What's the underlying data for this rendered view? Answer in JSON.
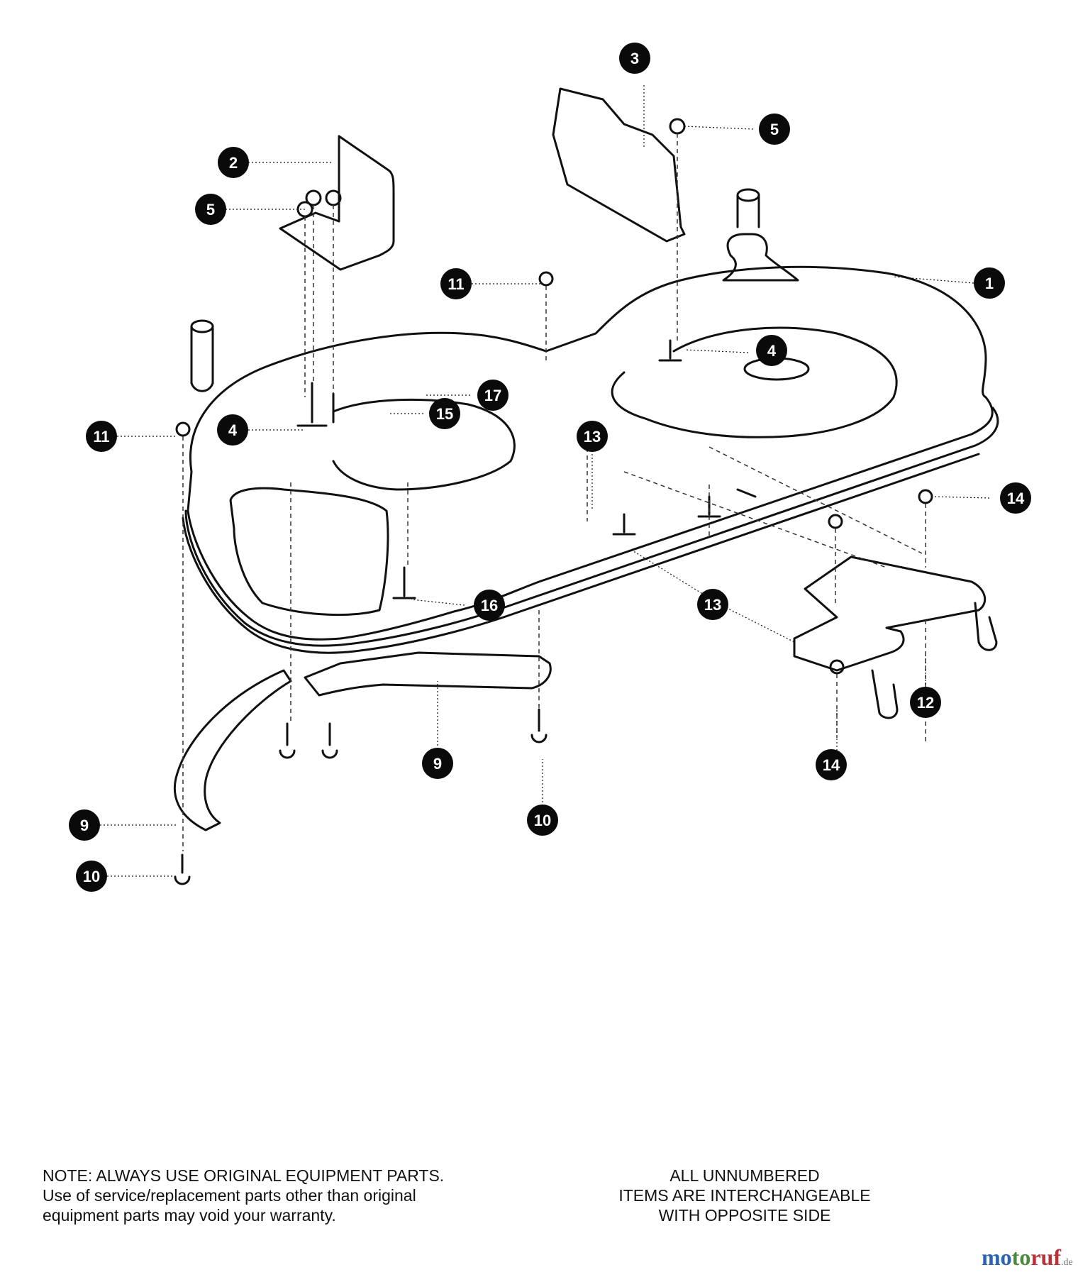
{
  "callouts": [
    {
      "number": "1"
    },
    {
      "number": "2"
    },
    {
      "number": "3"
    },
    {
      "number": "4"
    },
    {
      "number": "4"
    },
    {
      "number": "5"
    },
    {
      "number": "5"
    },
    {
      "number": "9"
    },
    {
      "number": "9"
    },
    {
      "number": "10"
    },
    {
      "number": "10"
    },
    {
      "number": "11"
    },
    {
      "number": "11"
    },
    {
      "number": "12"
    },
    {
      "number": "13"
    },
    {
      "number": "13"
    },
    {
      "number": "14"
    },
    {
      "number": "14"
    },
    {
      "number": "15"
    },
    {
      "number": "16"
    },
    {
      "number": "17"
    }
  ],
  "notes": {
    "left": [
      "NOTE: ALWAYS USE ORIGINAL EQUIPMENT PARTS.",
      "Use of service/replacement parts other than original",
      "equipment parts may void your warranty."
    ],
    "right": [
      "ALL UNNUMBERED",
      "ITEMS ARE INTERCHANGEABLE",
      "WITH OPPOSITE SIDE"
    ]
  },
  "watermark": {
    "part1": "mo",
    "part2": "to",
    "part3": "ruf",
    "suffix": ".de"
  }
}
